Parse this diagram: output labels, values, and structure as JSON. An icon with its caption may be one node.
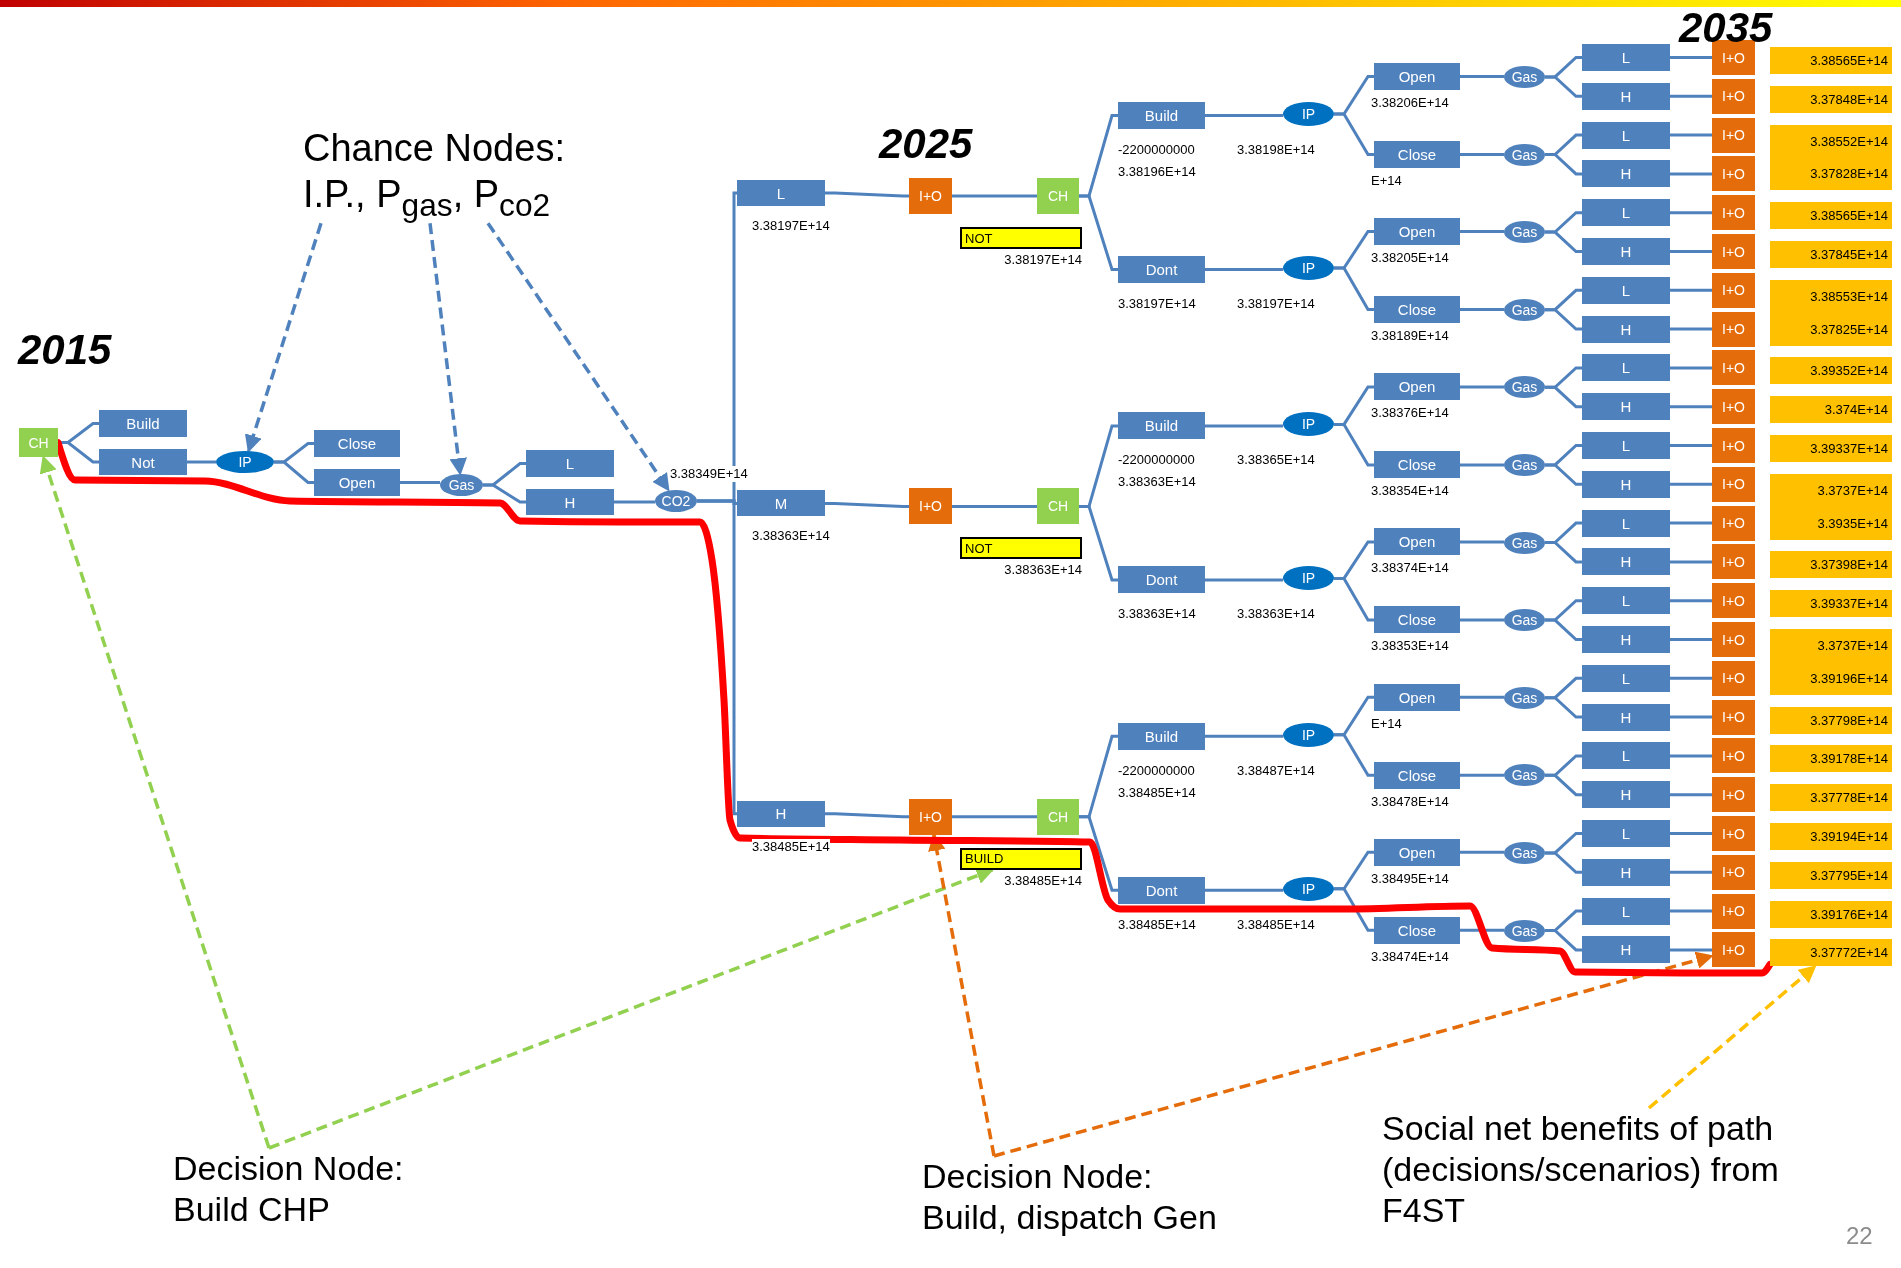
{
  "diagram": {
    "nodes": [
      {
        "text": [
          "Chance Nodes: I.P., P$_{gas}$, P$_{co2}$"
        ]
      },
      {
        "text": [
          "CH"
        ]
      },
      {
        "text": [
          "Build"
        ]
      },
      {
        "text": [
          "Not"
        ]
      },
      {
        "text": [
          "IP"
        ]
      },
      {
        "text": [
          "Close"
        ]
      },
      {
        "text": [
          "Open"
        ]
      },
      {
        "text": [
          "Gas"
        ]
      },
      {
        "text": [
          "L"
        ]
      },
      {
        "text": [
          "H"
        ]
      },
      {
        "text": [
          "CO2"
        ],
        "beside": [
          "3.38349E+14"
        ]
      },
      {
        "text": [
          "L"
        ],
        "beside": [
          "3.38197E+14"
        ]
      },
      {
        "text": [
          "I+O"
        ]
      },
      {
        "text": [
          "CH"
        ]
      },
      {
        "text": [
          "NOT"
        ],
        "beside": [
          "3.38197E+14"
        ]
      },
      {
        "text": [
          "M"
        ],
        "beside": [
          "3.38363E+14"
        ]
      },
      {
        "text": [
          "I+O"
        ]
      },
      {
        "text": [
          "CH"
        ]
      },
      {
        "text": [
          "NOT"
        ],
        "beside": [
          "3.38363E+14"
        ]
      },
      {
        "text": [
          "H"
        ],
        "beside": [
          "3.38485E+14"
        ]
      },
      {
        "text": [
          "I+O"
        ]
      },
      {
        "text": [
          "CH"
        ]
      },
      {
        "text": [
          "BUILD"
        ],
        "beside": [
          "3.38485E+14"
        ]
      },
      {
        "text": [
          "Build"
        ],
        "beside": [
          "-2200000000",
          "3.38196E+14"
        ]
      },
      {
        "text": [
          "IP"
        ],
        "beside": [
          "3.38198E+14"
        ]
      },
      {
        "text": [
          "Open"
        ],
        "beside": [
          "3.38206E+14"
        ]
      },
      {
        "text": [
          "Close"
        ],
        "beside": [
          "E+14"
        ]
      },
      {
        "text": [
          "Dont"
        ],
        "beside": [
          "3.38197E+14"
        ]
      },
      {
        "text": [
          "IP"
        ],
        "beside": [
          "3.38197E+14"
        ]
      },
      {
        "text": [
          "Open"
        ],
        "beside": [
          "3.38205E+14"
        ]
      },
      {
        "text": [
          "Close"
        ],
        "beside": [
          "3.38189E+14"
        ]
      },
      {
        "text": [
          "Gas"
        ]
      },
      {
        "text": [
          "L"
        ]
      },
      {
        "text": [
          "I+O"
        ]
      },
      {
        "text": [
          "H"
        ]
      },
      {
        "text": [
          "I+O"
        ]
      },
      {
        "text": [
          "Gas"
        ]
      },
      {
        "text": [
          "L"
        ]
      },
      {
        "text": [
          "I+O"
        ]
      },
      {
        "text": [
          "H"
        ]
      },
      {
        "text": [
          "I+O"
        ]
      },
      {
        "text": [
          "Gas"
        ]
      },
      {
        "text": [
          "L"
        ]
      },
      {
        "text": [
          "I+O"
        ]
      },
      {
        "text": [
          "H"
        ]
      },
      {
        "text": [
          "I+O"
        ]
      },
      {
        "text": [
          "Gas"
        ]
      },
      {
        "text": [
          "L"
        ]
      },
      {
        "text": [
          "I+O"
        ]
      },
      {
        "text": [
          "H"
        ]
      },
      {
        "text": [
          "I+O"
        ]
      },
      {
        "text": [
          "Build"
        ],
        "beside": [
          "-2200000000",
          "3.38363E+14"
        ]
      },
      {
        "text": [
          "IP"
        ],
        "beside": [
          "3.38365E+14"
        ]
      },
      {
        "text": [
          "Open"
        ],
        "beside": [
          "3.38376E+14"
        ]
      },
      {
        "text": [
          "Close"
        ],
        "beside": [
          "3.38354E+14"
        ]
      },
      {
        "text": [
          "Dont"
        ],
        "beside": [
          "3.38363E+14"
        ]
      },
      {
        "text": [
          "IP"
        ],
        "beside": [
          "3.38363E+14"
        ]
      },
      {
        "text": [
          "Open"
        ],
        "beside": [
          "3.38374E+14"
        ]
      },
      {
        "text": [
          "Close"
        ],
        "beside": [
          "3.38353E+14"
        ]
      },
      {
        "text": [
          "Gas"
        ]
      },
      {
        "text": [
          "L"
        ]
      },
      {
        "text": [
          "I+O"
        ]
      },
      {
        "text": [
          "H"
        ]
      },
      {
        "text": [
          "I+O"
        ]
      },
      {
        "text": [
          "Gas"
        ]
      },
      {
        "text": [
          "L"
        ]
      },
      {
        "text": [
          "I+O"
        ]
      },
      {
        "text": [
          "H"
        ]
      },
      {
        "text": [
          "I+O"
        ]
      },
      {
        "text": [
          "Gas"
        ]
      },
      {
        "text": [
          "L"
        ]
      },
      {
        "text": [
          "I+O"
        ]
      },
      {
        "text": [
          "H"
        ]
      },
      {
        "text": [
          "I+O"
        ]
      },
      {
        "text": [
          "Gas"
        ]
      },
      {
        "text": [
          "L"
        ]
      },
      {
        "text": [
          "I+O"
        ]
      },
      {
        "text": [
          "H"
        ]
      },
      {
        "text": [
          "I+O"
        ]
      },
      {
        "text": [
          "Build"
        ],
        "beside": [
          "-2200000000",
          "3.38485E+14"
        ]
      },
      {
        "text": [
          "IP"
        ],
        "beside": [
          "3.38487E+14"
        ]
      },
      {
        "text": [
          "Open"
        ],
        "beside": [
          "E+14"
        ]
      },
      {
        "text": [
          "Close"
        ],
        "beside": [
          "3.38478E+14"
        ]
      },
      {
        "text": [
          "Dont"
        ],
        "beside": [
          "3.38485E+14"
        ]
      },
      {
        "text": [
          "IP"
        ],
        "beside": [
          "3.38485E+14"
        ]
      },
      {
        "text": [
          "Open"
        ],
        "beside": [
          "3.38495E+14"
        ]
      },
      {
        "text": [
          "Close"
        ],
        "beside": [
          "3.38474E+14"
        ]
      },
      {
        "text": [
          "Gas"
        ]
      },
      {
        "text": [
          "L"
        ]
      },
      {
        "text": [
          "I+O"
        ]
      },
      {
        "text": [
          "H"
        ]
      },
      {
        "text": [
          "I+O"
        ]
      },
      {
        "text": [
          "Gas"
        ]
      },
      {
        "text": [
          "L"
        ]
      },
      {
        "text": [
          "I+O"
        ]
      },
      {
        "text": [
          "H"
        ]
      },
      {
        "text": [
          "I+O"
        ]
      },
      {
        "text": [
          "Gas"
        ]
      },
      {
        "text": [
          "L"
        ]
      },
      {
        "text": [
          "I+O"
        ]
      },
      {
        "text": [
          "H"
        ]
      },
      {
        "text": [
          "I+O"
        ]
      },
      {
        "text": [
          "Gas"
        ]
      },
      {
        "text": [
          "L"
        ]
      },
      {
        "text": [
          "I+O"
        ]
      },
      {
        "text": [
          "H"
        ]
      },
      {
        "text": [
          "I+O"
        ]
      },
      {
        "text": [
          "3.38565E+14"
        ]
      },
      {
        "text": [
          "3.37848E+14"
        ]
      },
      {
        "text": [
          "3.38552E+14",
          "3.37828E+14"
        ]
      },
      {
        "text": [
          "3.38565E+14"
        ]
      },
      {
        "text": [
          "3.37845E+14"
        ]
      },
      {
        "text": [
          "3.38553E+14",
          "3.37825E+14"
        ]
      },
      {
        "text": [
          "3.39352E+14"
        ]
      },
      {
        "text": [
          "3.374E+14"
        ]
      },
      {
        "text": [
          "3.39337E+14"
        ]
      },
      {
        "text": [
          "3.3737E+14",
          "3.3935E+14"
        ]
      },
      {
        "text": [
          "3.37398E+14"
        ]
      },
      {
        "text": [
          "3.39337E+14"
        ]
      },
      {
        "text": [
          "3.3737E+14",
          "3.39196E+14"
        ]
      },
      {
        "text": [
          "3.37798E+14"
        ]
      },
      {
        "text": [
          "3.39178E+14"
        ]
      },
      {
        "text": [
          "3.37778E+14"
        ]
      },
      {
        "text": [
          "3.39194E+14"
        ]
      },
      {
        "text": [
          "3.37795E+14"
        ]
      },
      {
        "text": [
          "3.39176E+14"
        ]
      },
      {
        "text": [
          "3.37772E+14"
        ]
      },
      {
        "text": [
          "Decision Node: Build CHP"
        ]
      },
      {
        "text": [
          "Decision Node: Build, dispatch Gen"
        ]
      },
      {
        "text": [
          "Social net benefits of path (decisions/scenarios) from F4ST"
        ]
      }
    ],
    "edges": [
      {
        "from": 1,
        "to": 2,
        "arrow": "none"
      },
      {
        "from": 1,
        "to": 3,
        "arrow": "none"
      },
      {
        "from": 3,
        "to": 4,
        "arrow": "none"
      },
      {
        "from": 4,
        "to": 5,
        "arrow": "none"
      },
      {
        "from": 4,
        "to": 6,
        "arrow": "none"
      },
      {
        "from": 6,
        "to": 7,
        "arrow": "none"
      },
      {
        "from": 7,
        "to": 8,
        "arrow": "none"
      },
      {
        "from": 7,
        "to": 9,
        "arrow": "none"
      },
      {
        "from": 9,
        "to": 10,
        "arrow": "none"
      },
      {
        "from": 10,
        "to": 11,
        "arrow": "none"
      },
      {
        "from": 10,
        "to": 15,
        "arrow": "none"
      },
      {
        "from": 10,
        "to": 19,
        "arrow": "none"
      },
      {
        "from": 11,
        "to": 12,
        "arrow": "none"
      },
      {
        "from": 12,
        "to": 13,
        "arrow": "none"
      },
      {
        "from": 13,
        "to": 23,
        "arrow": "none"
      },
      {
        "from": 13,
        "to": 27,
        "arrow": "none"
      },
      {
        "from": 15,
        "to": 16,
        "arrow": "none"
      },
      {
        "from": 16,
        "to": 17,
        "arrow": "none"
      },
      {
        "from": 17,
        "to": 51,
        "arrow": "none"
      },
      {
        "from": 17,
        "to": 55,
        "arrow": "none"
      },
      {
        "from": 19,
        "to": 20,
        "arrow": "none"
      },
      {
        "from": 20,
        "to": 21,
        "arrow": "none"
      },
      {
        "from": 21,
        "to": 79,
        "arrow": "none"
      },
      {
        "from": 21,
        "to": 83,
        "arrow": "none"
      },
      {
        "from": 23,
        "to": 24,
        "arrow": "none"
      },
      {
        "from": 27,
        "to": 28,
        "arrow": "none"
      },
      {
        "from": 24,
        "to": 25,
        "arrow": "none"
      },
      {
        "from": 24,
        "to": 26,
        "arrow": "none"
      },
      {
        "from": 28,
        "to": 29,
        "arrow": "none"
      },
      {
        "from": 28,
        "to": 30,
        "arrow": "none"
      },
      {
        "from": 25,
        "to": 31,
        "arrow": "none"
      },
      {
        "from": 26,
        "to": 36,
        "arrow": "none"
      },
      {
        "from": 29,
        "to": 41,
        "arrow": "none"
      },
      {
        "from": 30,
        "to": 46,
        "arrow": "none"
      },
      {
        "from": 31,
        "to": 32,
        "arrow": "none"
      },
      {
        "from": 31,
        "to": 34,
        "arrow": "none"
      },
      {
        "from": 32,
        "to": 33,
        "arrow": "none"
      },
      {
        "from": 34,
        "to": 35,
        "arrow": "none"
      },
      {
        "from": 36,
        "to": 37,
        "arrow": "none"
      },
      {
        "from": 36,
        "to": 39,
        "arrow": "none"
      },
      {
        "from": 37,
        "to": 38,
        "arrow": "none"
      },
      {
        "from": 39,
        "to": 40,
        "arrow": "none"
      },
      {
        "from": 41,
        "to": 42,
        "arrow": "none"
      },
      {
        "from": 41,
        "to": 44,
        "arrow": "none"
      },
      {
        "from": 42,
        "to": 43,
        "arrow": "none"
      },
      {
        "from": 44,
        "to": 45,
        "arrow": "none"
      },
      {
        "from": 46,
        "to": 47,
        "arrow": "none"
      },
      {
        "from": 46,
        "to": 49,
        "arrow": "none"
      },
      {
        "from": 47,
        "to": 48,
        "arrow": "none"
      },
      {
        "from": 49,
        "to": 50,
        "arrow": "none"
      },
      {
        "from": 51,
        "to": 52,
        "arrow": "none"
      },
      {
        "from": 55,
        "to": 56,
        "arrow": "none"
      },
      {
        "from": 52,
        "to": 53,
        "arrow": "none"
      },
      {
        "from": 52,
        "to": 54,
        "arrow": "none"
      },
      {
        "from": 56,
        "to": 57,
        "arrow": "none"
      },
      {
        "from": 56,
        "to": 58,
        "arrow": "none"
      },
      {
        "from": 53,
        "to": 59,
        "arrow": "none"
      },
      {
        "from": 54,
        "to": 64,
        "arrow": "none"
      },
      {
        "from": 57,
        "to": 69,
        "arrow": "none"
      },
      {
        "from": 58,
        "to": 74,
        "arrow": "none"
      },
      {
        "from": 59,
        "to": 60,
        "arrow": "none"
      },
      {
        "from": 59,
        "to": 62,
        "arrow": "none"
      },
      {
        "from": 60,
        "to": 61,
        "arrow": "none"
      },
      {
        "from": 62,
        "to": 63,
        "arrow": "none"
      },
      {
        "from": 64,
        "to": 65,
        "arrow": "none"
      },
      {
        "from": 64,
        "to": 67,
        "arrow": "none"
      },
      {
        "from": 65,
        "to": 66,
        "arrow": "none"
      },
      {
        "from": 67,
        "to": 68,
        "arrow": "none"
      },
      {
        "from": 69,
        "to": 70,
        "arrow": "none"
      },
      {
        "from": 69,
        "to": 72,
        "arrow": "none"
      },
      {
        "from": 70,
        "to": 71,
        "arrow": "none"
      },
      {
        "from": 72,
        "to": 73,
        "arrow": "none"
      },
      {
        "from": 74,
        "to": 75,
        "arrow": "none"
      },
      {
        "from": 74,
        "to": 77,
        "arrow": "none"
      },
      {
        "from": 75,
        "to": 76,
        "arrow": "none"
      },
      {
        "from": 77,
        "to": 78,
        "arrow": "none"
      },
      {
        "from": 79,
        "to": 80,
        "arrow": "none"
      },
      {
        "from": 83,
        "to": 84,
        "arrow": "none"
      },
      {
        "from": 80,
        "to": 81,
        "arrow": "none"
      },
      {
        "from": 80,
        "to": 82,
        "arrow": "none"
      },
      {
        "from": 84,
        "to": 85,
        "arrow": "none"
      },
      {
        "from": 84,
        "to": 86,
        "arrow": "none"
      },
      {
        "from": 81,
        "to": 87,
        "arrow": "none"
      },
      {
        "from": 82,
        "to": 92,
        "arrow": "none"
      },
      {
        "from": 85,
        "to": 97,
        "arrow": "none"
      },
      {
        "from": 86,
        "to": 102,
        "arrow": "none"
      },
      {
        "from": 87,
        "to": 88,
        "arrow": "none"
      },
      {
        "from": 87,
        "to": 90,
        "arrow": "none"
      },
      {
        "from": 88,
        "to": 89,
        "arrow": "none"
      },
      {
        "from": 90,
        "to": 91,
        "arrow": "none"
      },
      {
        "from": 92,
        "to": 93,
        "arrow": "none"
      },
      {
        "from": 92,
        "to": 95,
        "arrow": "none"
      },
      {
        "from": 93,
        "to": 94,
        "arrow": "none"
      },
      {
        "from": 95,
        "to": 96,
        "arrow": "none"
      },
      {
        "from": 97,
        "to": 98,
        "arrow": "none"
      },
      {
        "from": 97,
        "to": 100,
        "arrow": "none"
      },
      {
        "from": 98,
        "to": 99,
        "arrow": "none"
      },
      {
        "from": 100,
        "to": 101,
        "arrow": "none"
      },
      {
        "from": 102,
        "to": 103,
        "arrow": "none"
      },
      {
        "from": 102,
        "to": 105,
        "arrow": "none"
      },
      {
        "from": 103,
        "to": 104,
        "arrow": "none"
      },
      {
        "from": 105,
        "to": 106,
        "arrow": "none"
      },
      {
        "from": 0,
        "to": 4,
        "arrow": "to",
        "style": "dashed",
        "color": "#4f81bd"
      },
      {
        "from": 0,
        "to": 7,
        "arrow": "to",
        "style": "dashed",
        "color": "#4f81bd"
      },
      {
        "from": 0,
        "to": 10,
        "arrow": "to",
        "style": "dashed",
        "color": "#4f81bd"
      },
      {
        "from": 127,
        "to": 1,
        "arrow": "to",
        "style": "dashed",
        "color": "#92d050"
      },
      {
        "from": 127,
        "to": 22,
        "arrow": "to",
        "style": "dashed",
        "color": "#92d050"
      },
      {
        "from": 128,
        "to": 20,
        "arrow": "to",
        "style": "dashed",
        "color": "#e46c0a"
      },
      {
        "from": 128,
        "to": 106,
        "arrow": "to",
        "style": "dashed",
        "color": "#e46c0a"
      },
      {
        "from": 129,
        "to": 126,
        "arrow": "to",
        "style": "dashed",
        "color": "#ffc000"
      },
      {
        "from": 1,
        "to": 126,
        "arrow": "none",
        "style": "thick",
        "color": "#ff0000"
      }
    ],
    "labels": [
      "2015",
      "2025",
      "2035",
      "22"
    ]
  }
}
